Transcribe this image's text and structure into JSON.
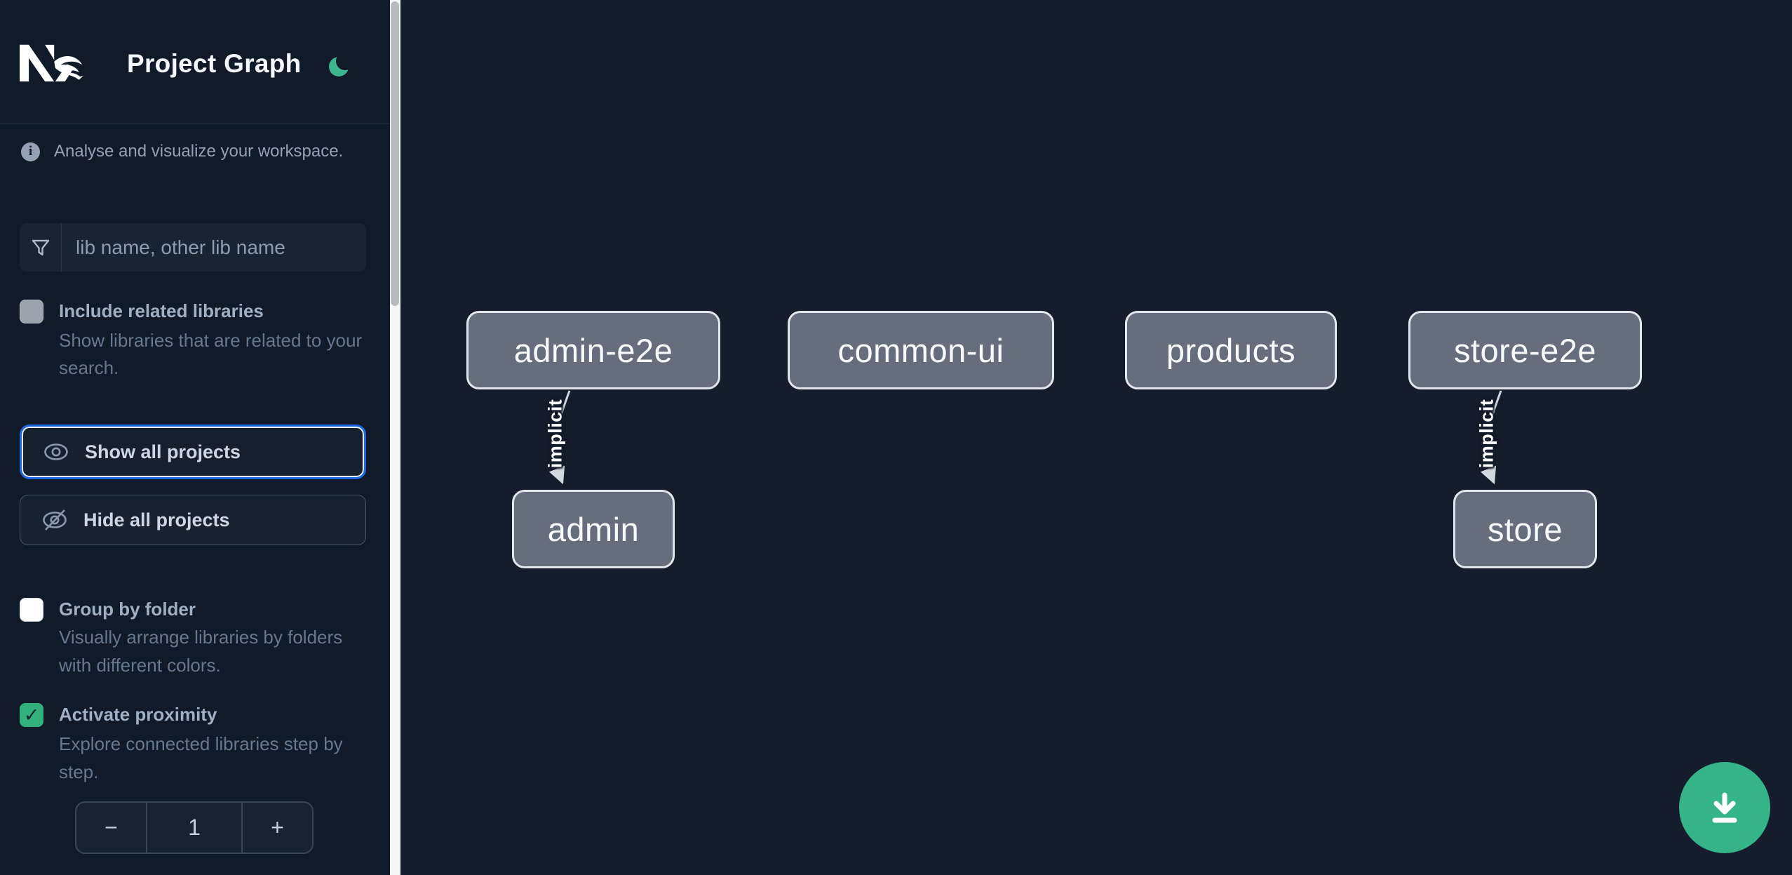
{
  "colors": {
    "accent_green": "#35b489",
    "focus_ring_blue": "#1f67e0",
    "checkbox_checked_green": "#32b17d",
    "node_fill": "#666e7d",
    "sidebar_bg": "#111a29",
    "graph_bg": "#151d2c"
  },
  "header": {
    "logo": "Nx",
    "title": "Project Graph",
    "theme_toggle_icon": "moon"
  },
  "sidebar": {
    "tagline": "Analyse and visualize your workspace.",
    "filter": {
      "placeholder": "lib name, other lib name"
    },
    "include_related": {
      "label": "Include related libraries",
      "description": "Show libraries that are related to your search.",
      "checked": false
    },
    "show_all_label": "Show all projects",
    "hide_all_label": "Hide all projects",
    "group_by_folder": {
      "label": "Group by folder",
      "description": "Visually arrange libraries by folders with different colors.",
      "checked": false
    },
    "activate_proximity": {
      "label": "Activate proximity",
      "description": "Explore connected libraries step by step.",
      "checked": true
    },
    "proximity_stepper": {
      "decrement": "−",
      "value": "1",
      "increment": "+"
    }
  },
  "icons": {
    "check": "✓",
    "info": "i"
  },
  "graph": {
    "nodes": [
      {
        "id": "admin-e2e",
        "label": "admin-e2e"
      },
      {
        "id": "common-ui",
        "label": "common-ui"
      },
      {
        "id": "products",
        "label": "products"
      },
      {
        "id": "store-e2e",
        "label": "store-e2e"
      },
      {
        "id": "admin",
        "label": "admin"
      },
      {
        "id": "store",
        "label": "store"
      }
    ],
    "edges": [
      {
        "from": "admin-e2e",
        "to": "admin",
        "label": "implicit"
      },
      {
        "from": "store-e2e",
        "to": "store",
        "label": "implicit"
      }
    ]
  }
}
